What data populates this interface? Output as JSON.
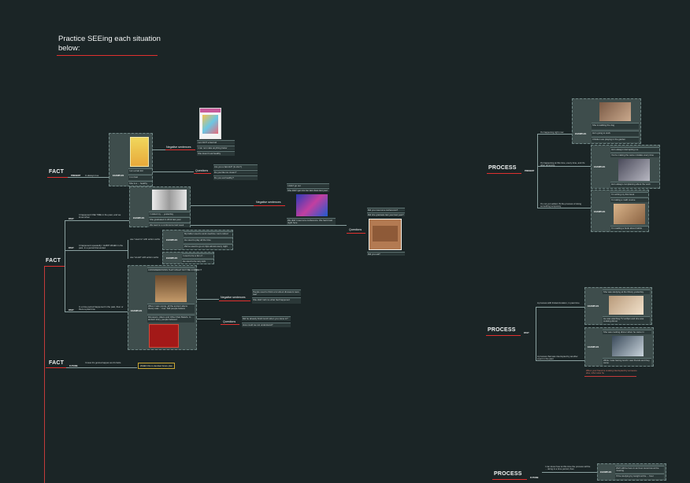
{
  "intro": {
    "title": "Practice SEEing each situation below:"
  },
  "fact_present": {
    "label": "FACT",
    "tense": "PRESENT",
    "rule": "In always true",
    "examples_tag": "EXAMPLES",
    "examples": [
      "I am a fast kid",
      "I run fast",
      "She is a ... healthy"
    ],
    "negative_label": "Negative sentences",
    "negative_items": [
      "I am NOT a fast kid",
      "I can not make anything faster",
      "She doesn't eat healthy"
    ],
    "questions_label": "Questions",
    "question_items": [
      "Are you a fast kid? (Is she?)",
      "Do you like ice cream?",
      "Do you eat healthy?"
    ]
  },
  "fact_main": {
    "label": "FACT",
    "past_tag": "PAST",
    "past1_rule": "It happened ONE TIME in the past, and we know when",
    "past1_examples_tag": "EXAMPLES",
    "past1_examples": [
      "I visited my ... yesterday",
      "She graduated in 2012 last year",
      "We went to a conference last week"
    ],
    "neg2_label": "Negative sentences",
    "neg2_items": [
      "I didn't go out",
      "She didn't get into her last class last year",
      "We didn't meet at a conference. We had it last night here"
    ],
    "q2_label": "Questions",
    "q2_items": [
      "Did you meet at a conference?",
      "Did she graduate last year last year?",
      "Did you eat?"
    ],
    "past2_rule": "It happened repeatedly / HABIT WHEN in the past, in a period that ended",
    "past2_cases": [
      {
        "rule": "use \"used to\" with action verbs",
        "items": [
          "My father used to work overtime. He's retired",
          "He used to play all the time",
          "We've used to go on trips almost every night"
        ]
      },
      {
        "rule": "use \"would\" with action verbs",
        "items": [
          "I used to be a fan of ...",
          "He used to be very sick"
        ]
      }
    ],
    "past3_rule": "In a time period happened in the past, then or there a past time",
    "past3_top": "CONSIDERATIONS THAT MIGHT NOT BE CORRECT",
    "past3_caption": "When I was young, all the ancient aliens theory was ... true. Still people believe",
    "past3_caption2": "Dinosaurs, Aliens and Other Past Beliefs. In ancient story, people believed",
    "neg3_label": "Negative sentences",
    "neg3_items": [
      "People used to think a lot about dinosaurs were real",
      "She didn't tell me what had happened"
    ],
    "q3_label": "Questions",
    "q3_items": [
      "Did he already finish lunch when you came in?",
      "How could we not understand?"
    ]
  },
  "fact_future": {
    "label": "FACT",
    "tense": "FUTURE",
    "rule": "I know it's gonna happen as it's facts",
    "box": "WHEN this is decided future plan"
  },
  "process_present": {
    "label": "PROCESS",
    "tense": "PRESENT",
    "examples_tag": "EXAMPLES",
    "rule1": "It's happening right now",
    "ex1": [
      "She is walking the dog",
      "He's going to work",
      "Children are playing in the garden"
    ],
    "rule2": "It's happening at this time, every time, and it's often annoying",
    "ex2": [
      "He's always interrupting me",
      "You're making the same mistake every time",
      "He's always complaining about the work"
    ],
    "rule3": "It's not yet settled, IN the process of doing something temporary",
    "ex3": [
      "I'm writing my first book",
      "I'm taking a math course",
      "I'm reading a book about habits"
    ]
  },
  "process_past": {
    "label": "PROCESS",
    "tense": "PAST",
    "examples_tag": "EXAMPLES",
    "rule1": "A process with limited duration, in past time",
    "ex1": [
      "She was studying at the library yesterday",
      "He was watching TV at 8pm and she was cooking dinner"
    ],
    "rule2": "A process that was interrupted by another event in the past",
    "ex2": [
      "She was cooking dinner when he came in",
      "While I was having lunch I saw friends and they came"
    ],
    "note": "When your friend is cooking interrupted by someone else, when was he"
  },
  "process_future": {
    "label": "PROCESS",
    "tense": "FUTURE",
    "examples_tag": "EXAMPLES",
    "rule": "I can know how at this time the process will be ... doing in a time period, then",
    "ex": [
      "We'll still be here in an hour tomorrow at the meeting",
      "I'll be studying by tonight at the ... hour"
    ]
  }
}
